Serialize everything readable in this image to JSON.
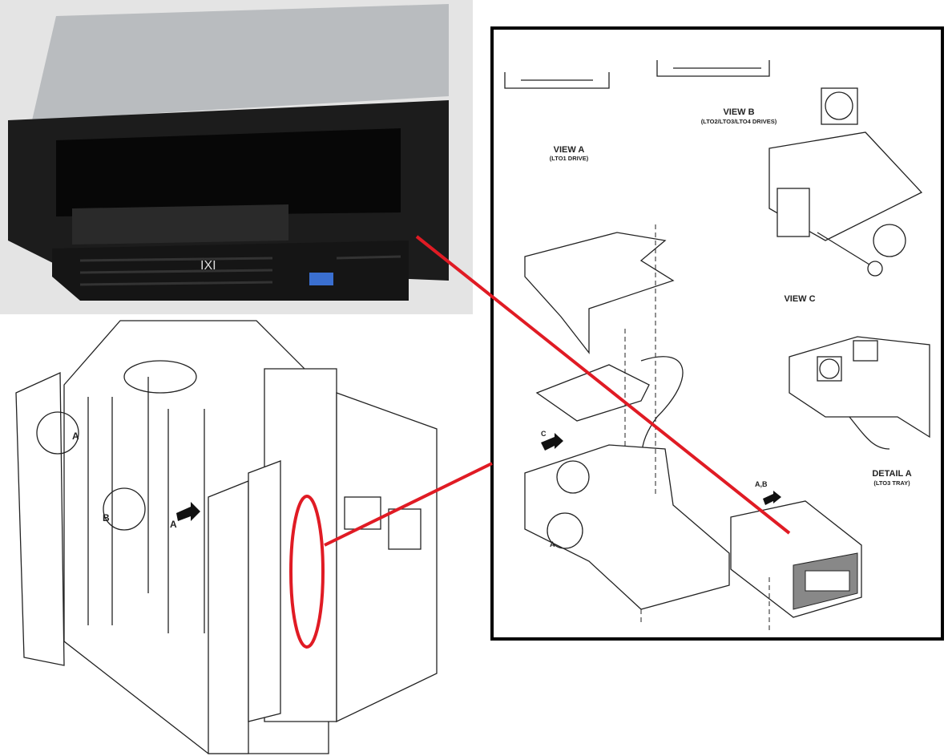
{
  "photo": {
    "drive_logo": "IXI"
  },
  "library_callouts": {
    "a_top": "A",
    "b": "B",
    "a_arrow": "A"
  },
  "diagram": {
    "view_a": {
      "title": "VIEW A",
      "subtitle": "(LTO1 DRIVE)"
    },
    "view_b": {
      "title": "VIEW B",
      "subtitle": "(LTO2/LTO3/LTO4 DRIVES)"
    },
    "view_c": {
      "title": "VIEW C"
    },
    "detail_a": {
      "title": "DETAIL A",
      "subtitle": "(LTO3 TRAY)"
    },
    "arrow_c": "C",
    "arrow_ab": "A,B",
    "circle_a": "A"
  },
  "colors": {
    "highlight": "#e01b24",
    "frame": "#000000",
    "photo_bg": "#dcdcdc"
  }
}
